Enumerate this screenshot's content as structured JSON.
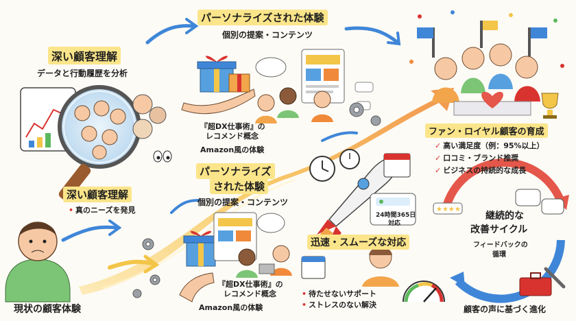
{
  "stages": {
    "deep_top": {
      "title": "深い顧客理解",
      "subtitle": "データと行動履歴を分析"
    },
    "deep_mid": {
      "title": "深い顧客理解",
      "bullet": "真のニーズを発見"
    },
    "personal_top": {
      "title": "パーソナライズされた体験",
      "subtitle": "個別の提案・コンテンツ",
      "caption_line1": "『超DX仕事術』の",
      "caption_line2": "レコメンド概念",
      "caption_line3": "Amazon風の体験"
    },
    "personal_mid": {
      "title_line1": "パーソナライズ",
      "title_line2": "された体験",
      "subtitle": "個別の提案・コンテンツ",
      "caption_line1": "『超DX仕事術』の",
      "caption_line2": "レコメンド概念",
      "caption_line3": "Amazon風の体験"
    },
    "current": {
      "title": "現状の顧客体験"
    },
    "fast": {
      "badge_line1": "24時間365日",
      "badge_line2": "対応",
      "title": "迅速・スムーズな対応",
      "bullets": [
        "待たせないサポート",
        "ストレスのない解決"
      ]
    },
    "loyal": {
      "title": "ファン・ロイヤル顧客の育成",
      "bullets": [
        "高い満足度（例：95%以上）",
        "口コミ・ブランド推奨",
        "ビジネスの持続的な成長"
      ]
    },
    "cycle": {
      "title_line1": "継続的な",
      "title_line2": "改善サイクル",
      "sub_line1": "フィードバックの",
      "sub_line2": "循環",
      "footer": "顧客の声に基づく進化"
    }
  },
  "colors": {
    "highlight": "#fbe58a",
    "arrow_yellow": "#f3c548",
    "arrow_blue": "#3f86d8",
    "cycle_red": "#e4574a",
    "cycle_blue": "#3f86d8",
    "bullet_red": "#d9332f"
  },
  "icons": [
    "magnifier-icon",
    "gift-icon",
    "rocket-icon",
    "calendar-icon",
    "clock-icon",
    "speedometer-icon",
    "trophy-icon",
    "heart-icon",
    "gear-icon",
    "wrench-icon",
    "toolbox-icon",
    "chat-bubble-icon",
    "star-rating-icon",
    "flag-icon"
  ]
}
